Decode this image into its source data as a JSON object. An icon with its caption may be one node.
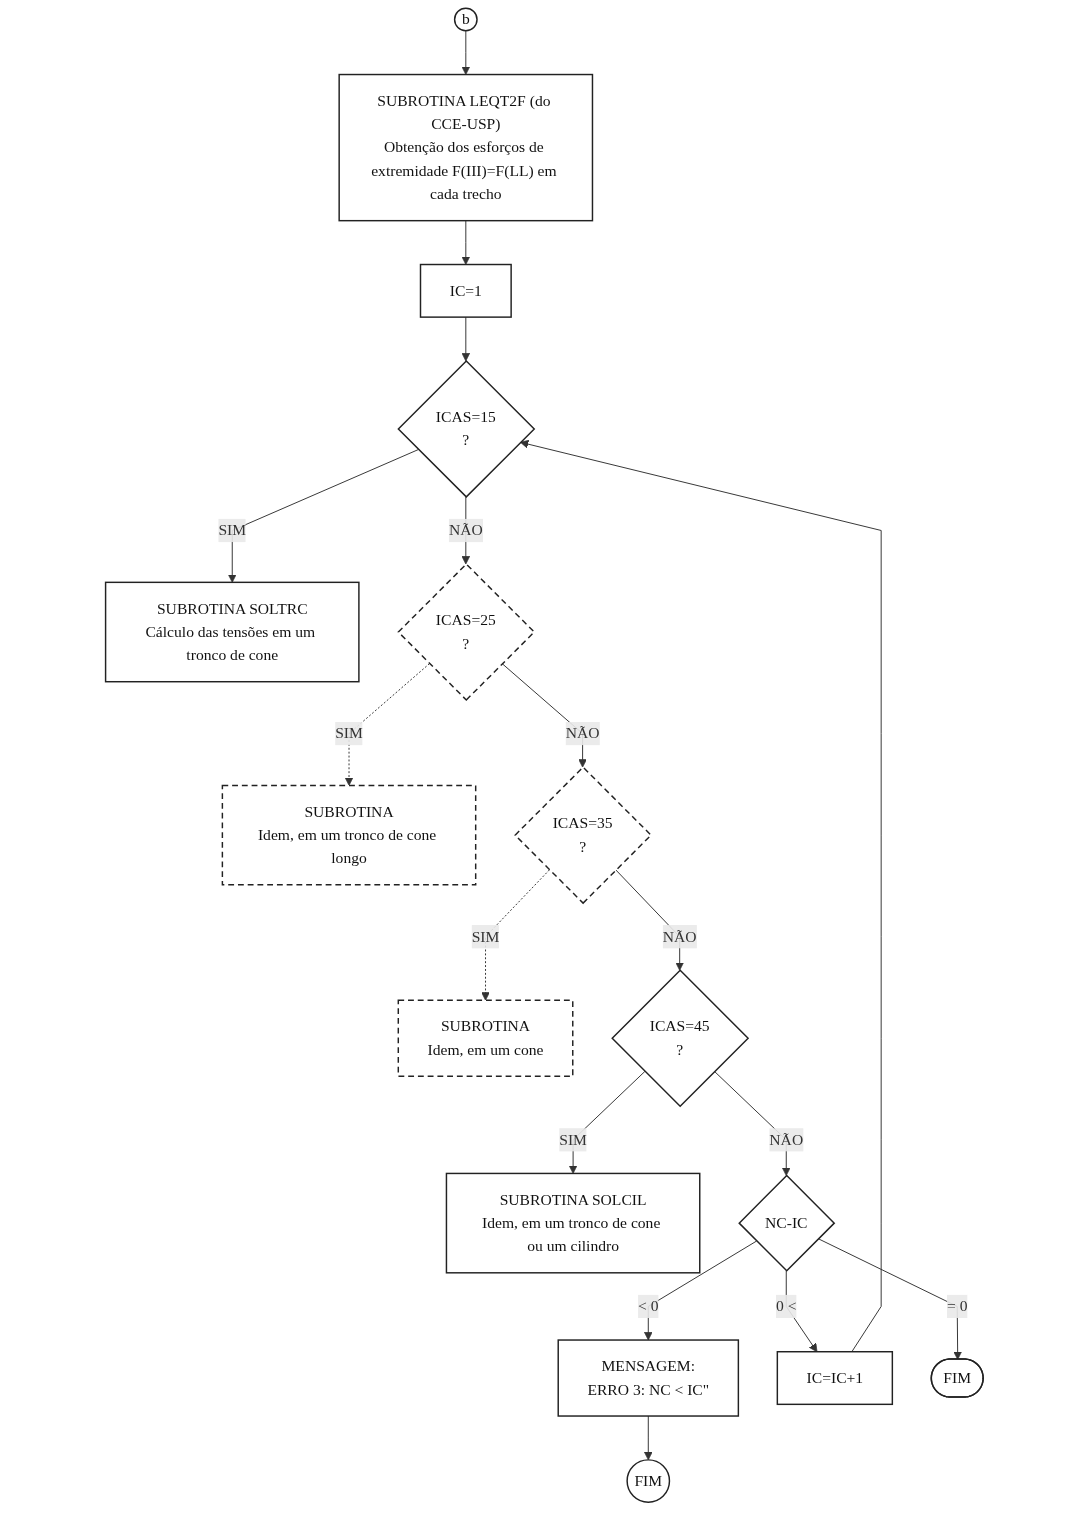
{
  "diagram": {
    "nodes": [
      {
        "text": [
          "b"
        ]
      },
      {
        "text": [
          "SUBROTINA LEQT2F (do CCE-USP)",
          "Obtenção dos esforços de extremidade F(III)=F(LL) em cada trecho"
        ]
      },
      {
        "text": [
          "IC=1"
        ]
      },
      {
        "text": [
          "ICAS=15",
          "?"
        ]
      },
      {
        "text": [
          "SUBROTINA SOLTRC",
          "Cálculo das tensões em um tronco de cone"
        ]
      },
      {
        "text": [
          "ICAS=25",
          "?"
        ]
      },
      {
        "text": [
          "SUBROTINA",
          "Idem, em um tronco de cone longo"
        ]
      },
      {
        "text": [
          "ICAS=35",
          "?"
        ]
      },
      {
        "text": [
          "SUBROTINA",
          "Idem, em um cone"
        ]
      },
      {
        "text": [
          "ICAS=45",
          "?"
        ]
      },
      {
        "text": [
          "SUBROTINA SOLCIL",
          "Idem, em um tronco de cone ou um cilindro"
        ]
      },
      {
        "text": [
          "NC-IC"
        ]
      },
      {
        "text": [
          "MENSAGEM:",
          "ERRO 3: NC < IC\""
        ]
      },
      {
        "text": [
          "FIM"
        ]
      },
      {
        "text": [
          "IC=IC+1"
        ]
      },
      {
        "text": [
          "FIM"
        ]
      }
    ],
    "edges": [
      {
        "from": 0,
        "to": 1,
        "arrow": "to"
      },
      {
        "from": 1,
        "to": 2,
        "arrow": "to"
      },
      {
        "from": 2,
        "to": 3,
        "arrow": "to"
      },
      {
        "from": 3,
        "to": 4,
        "arrow": "to",
        "label": "SIM"
      },
      {
        "from": 3,
        "to": 5,
        "arrow": "to",
        "label": "NÃO"
      },
      {
        "from": 5,
        "to": 6,
        "arrow": "to",
        "label": "SIM",
        "style": "dashed"
      },
      {
        "from": 5,
        "to": 7,
        "arrow": "to",
        "label": "NÃO"
      },
      {
        "from": 7,
        "to": 8,
        "arrow": "to",
        "label": "SIM",
        "style": "dashed"
      },
      {
        "from": 7,
        "to": 9,
        "arrow": "to",
        "label": "NÃO"
      },
      {
        "from": 9,
        "to": 10,
        "arrow": "to",
        "label": "SIM"
      },
      {
        "from": 9,
        "to": 11,
        "arrow": "to",
        "label": "NÃO"
      },
      {
        "from": 11,
        "to": 14,
        "arrow": "to",
        "label": "0 <"
      },
      {
        "from": 11,
        "to": 12,
        "arrow": "to",
        "label": "< 0"
      },
      {
        "from": 11,
        "to": 15,
        "arrow": "to",
        "label": "= 0"
      },
      {
        "from": 12,
        "to": 13,
        "arrow": "to"
      },
      {
        "from": 14,
        "to": 3,
        "arrow": "to"
      }
    ]
  }
}
